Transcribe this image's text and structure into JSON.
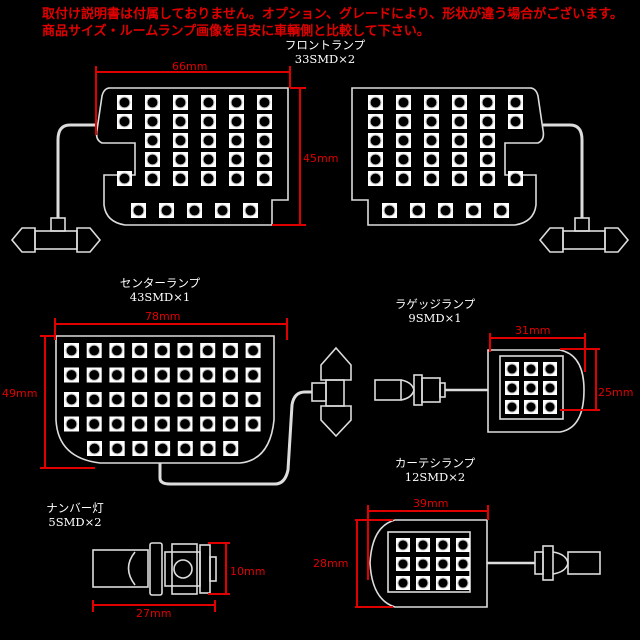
{
  "notice": {
    "line1": "取付け説明書は付属しておりません。オプション、グレードにより、形状が違う場合がございます。",
    "line2": "商品サイズ・ルームランプ画像を目安に車輌側と比較して下さい。"
  },
  "front": {
    "name": "フロントランプ",
    "spec": "33SMD×2",
    "width": "66mm",
    "height": "45mm"
  },
  "center": {
    "name": "センターランプ",
    "spec": "43SMD×1",
    "width": "78mm",
    "height": "49mm"
  },
  "luggage": {
    "name": "ラゲッジランプ",
    "spec": "9SMD×1",
    "width": "31mm",
    "height": "25mm"
  },
  "courtesy": {
    "name": "カーテシランプ",
    "spec": "12SMD×2",
    "width": "39mm",
    "height": "28mm"
  },
  "plate": {
    "name": "ナンバー灯",
    "spec": "5SMD×2",
    "width": "27mm",
    "height": "10mm"
  },
  "colors": {
    "dimension": "#e00000",
    "outline": "#ffffff",
    "background": "#000000"
  }
}
